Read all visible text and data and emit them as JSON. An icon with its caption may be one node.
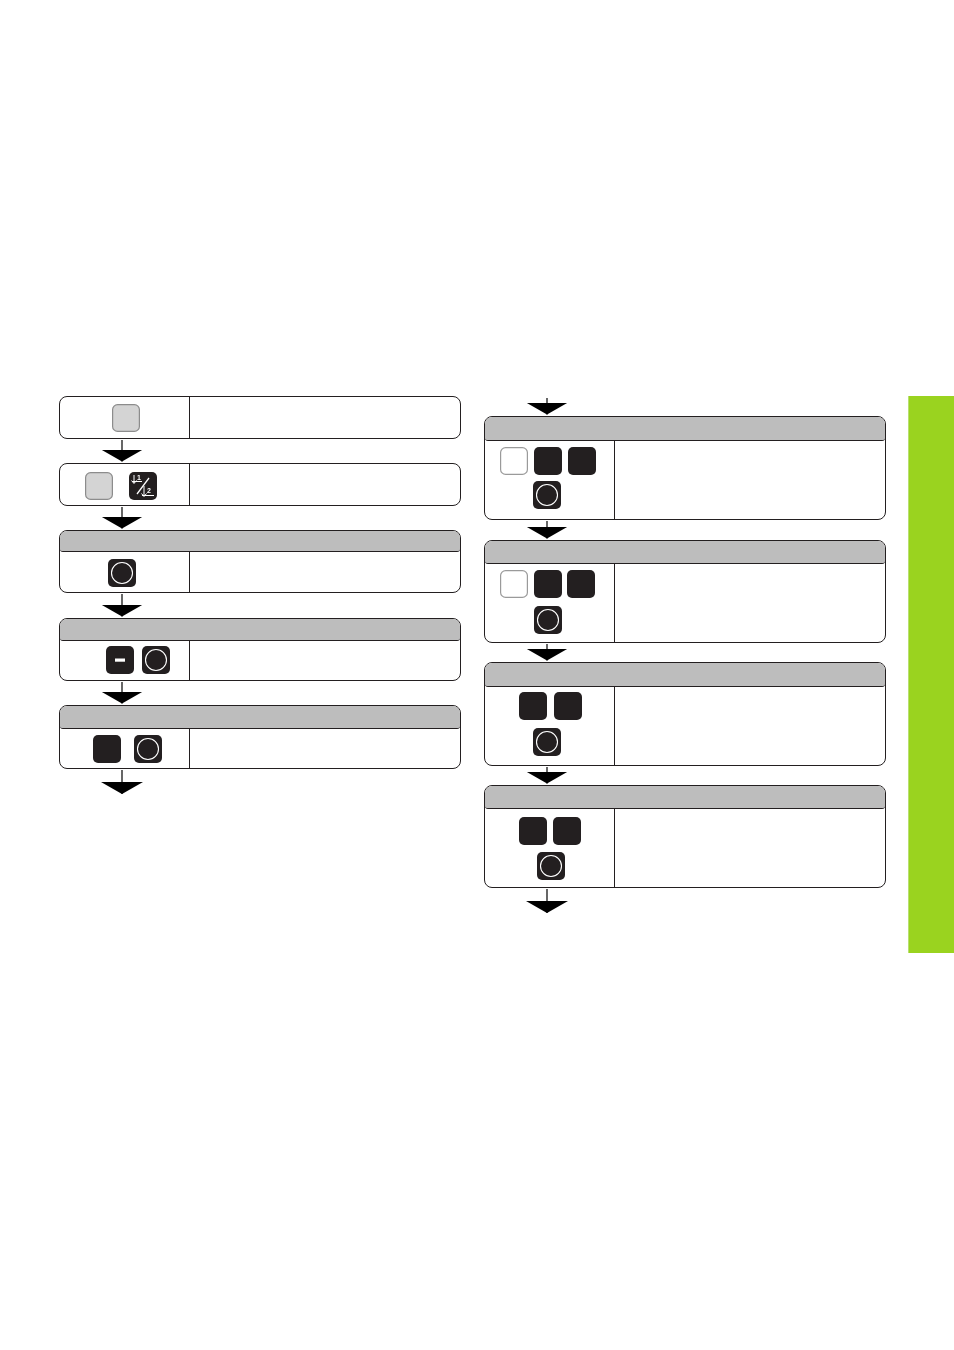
{
  "diagram": {
    "nodes": [
      {
        "text": [],
        "shape": "box"
      },
      {
        "text": [],
        "shape": "box"
      },
      {
        "text": [],
        "shape": "box"
      },
      {
        "text": [],
        "shape": "box"
      },
      {
        "text": [],
        "shape": "box"
      },
      {
        "text": [],
        "shape": "box"
      },
      {
        "text": [],
        "shape": "box"
      },
      {
        "text": [],
        "shape": "box"
      },
      {
        "text": [],
        "shape": "box"
      },
      {
        "text": [],
        "shape": "bar"
      }
    ],
    "edges": [
      {
        "from": 0,
        "to": 1,
        "arrow": "to"
      },
      {
        "from": 1,
        "to": 2,
        "arrow": "to"
      },
      {
        "from": 2,
        "to": 3,
        "arrow": "to"
      },
      {
        "from": 3,
        "to": 4,
        "arrow": "to"
      },
      {
        "from": 4,
        "to": null,
        "arrow": "to"
      },
      {
        "from": null,
        "to": 5,
        "arrow": "to"
      },
      {
        "from": 5,
        "to": 6,
        "arrow": "to"
      },
      {
        "from": 6,
        "to": 7,
        "arrow": "to"
      },
      {
        "from": 7,
        "to": 8,
        "arrow": "to"
      },
      {
        "from": 8,
        "to": null,
        "arrow": "to"
      }
    ],
    "labels": [
      "1",
      "2"
    ]
  }
}
